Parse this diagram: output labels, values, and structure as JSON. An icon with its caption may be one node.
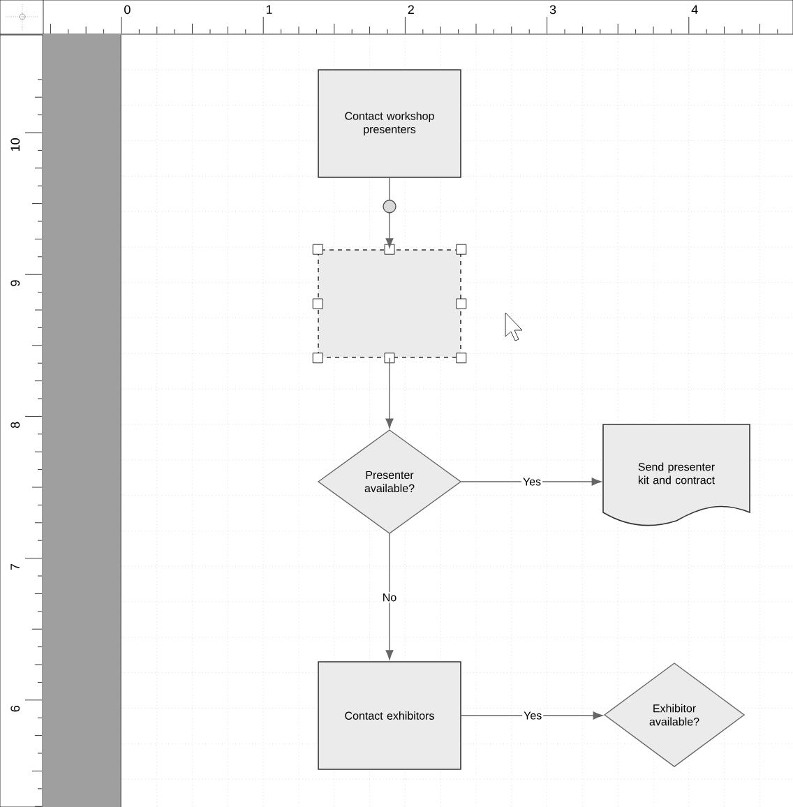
{
  "diagram": {
    "nodes": [
      {
        "text": [
          "Contact workshop presenters"
        ]
      },
      {
        "text": [],
        "shape": "box"
      },
      {
        "text": [
          "Presenter available?"
        ]
      },
      {
        "text": [
          "Send presenter kit and contract"
        ]
      },
      {
        "text": [
          "Contact exhibitors"
        ]
      },
      {
        "text": [
          "Exhibitor available?"
        ]
      }
    ],
    "edges": [
      {
        "from": 0,
        "to": 1,
        "arrow": "to"
      },
      {
        "from": 1,
        "to": 2,
        "arrow": "to"
      },
      {
        "from": 2,
        "to": 3,
        "arrow": "to",
        "label": "Yes"
      },
      {
        "from": 2,
        "to": 4,
        "arrow": "to",
        "label": "No"
      },
      {
        "from": 4,
        "to": 5,
        "arrow": "to",
        "label": "Yes"
      }
    ],
    "labels": [
      "0",
      "1",
      "2",
      "3",
      "4",
      "10",
      "9",
      "8",
      "7",
      "6"
    ]
  }
}
